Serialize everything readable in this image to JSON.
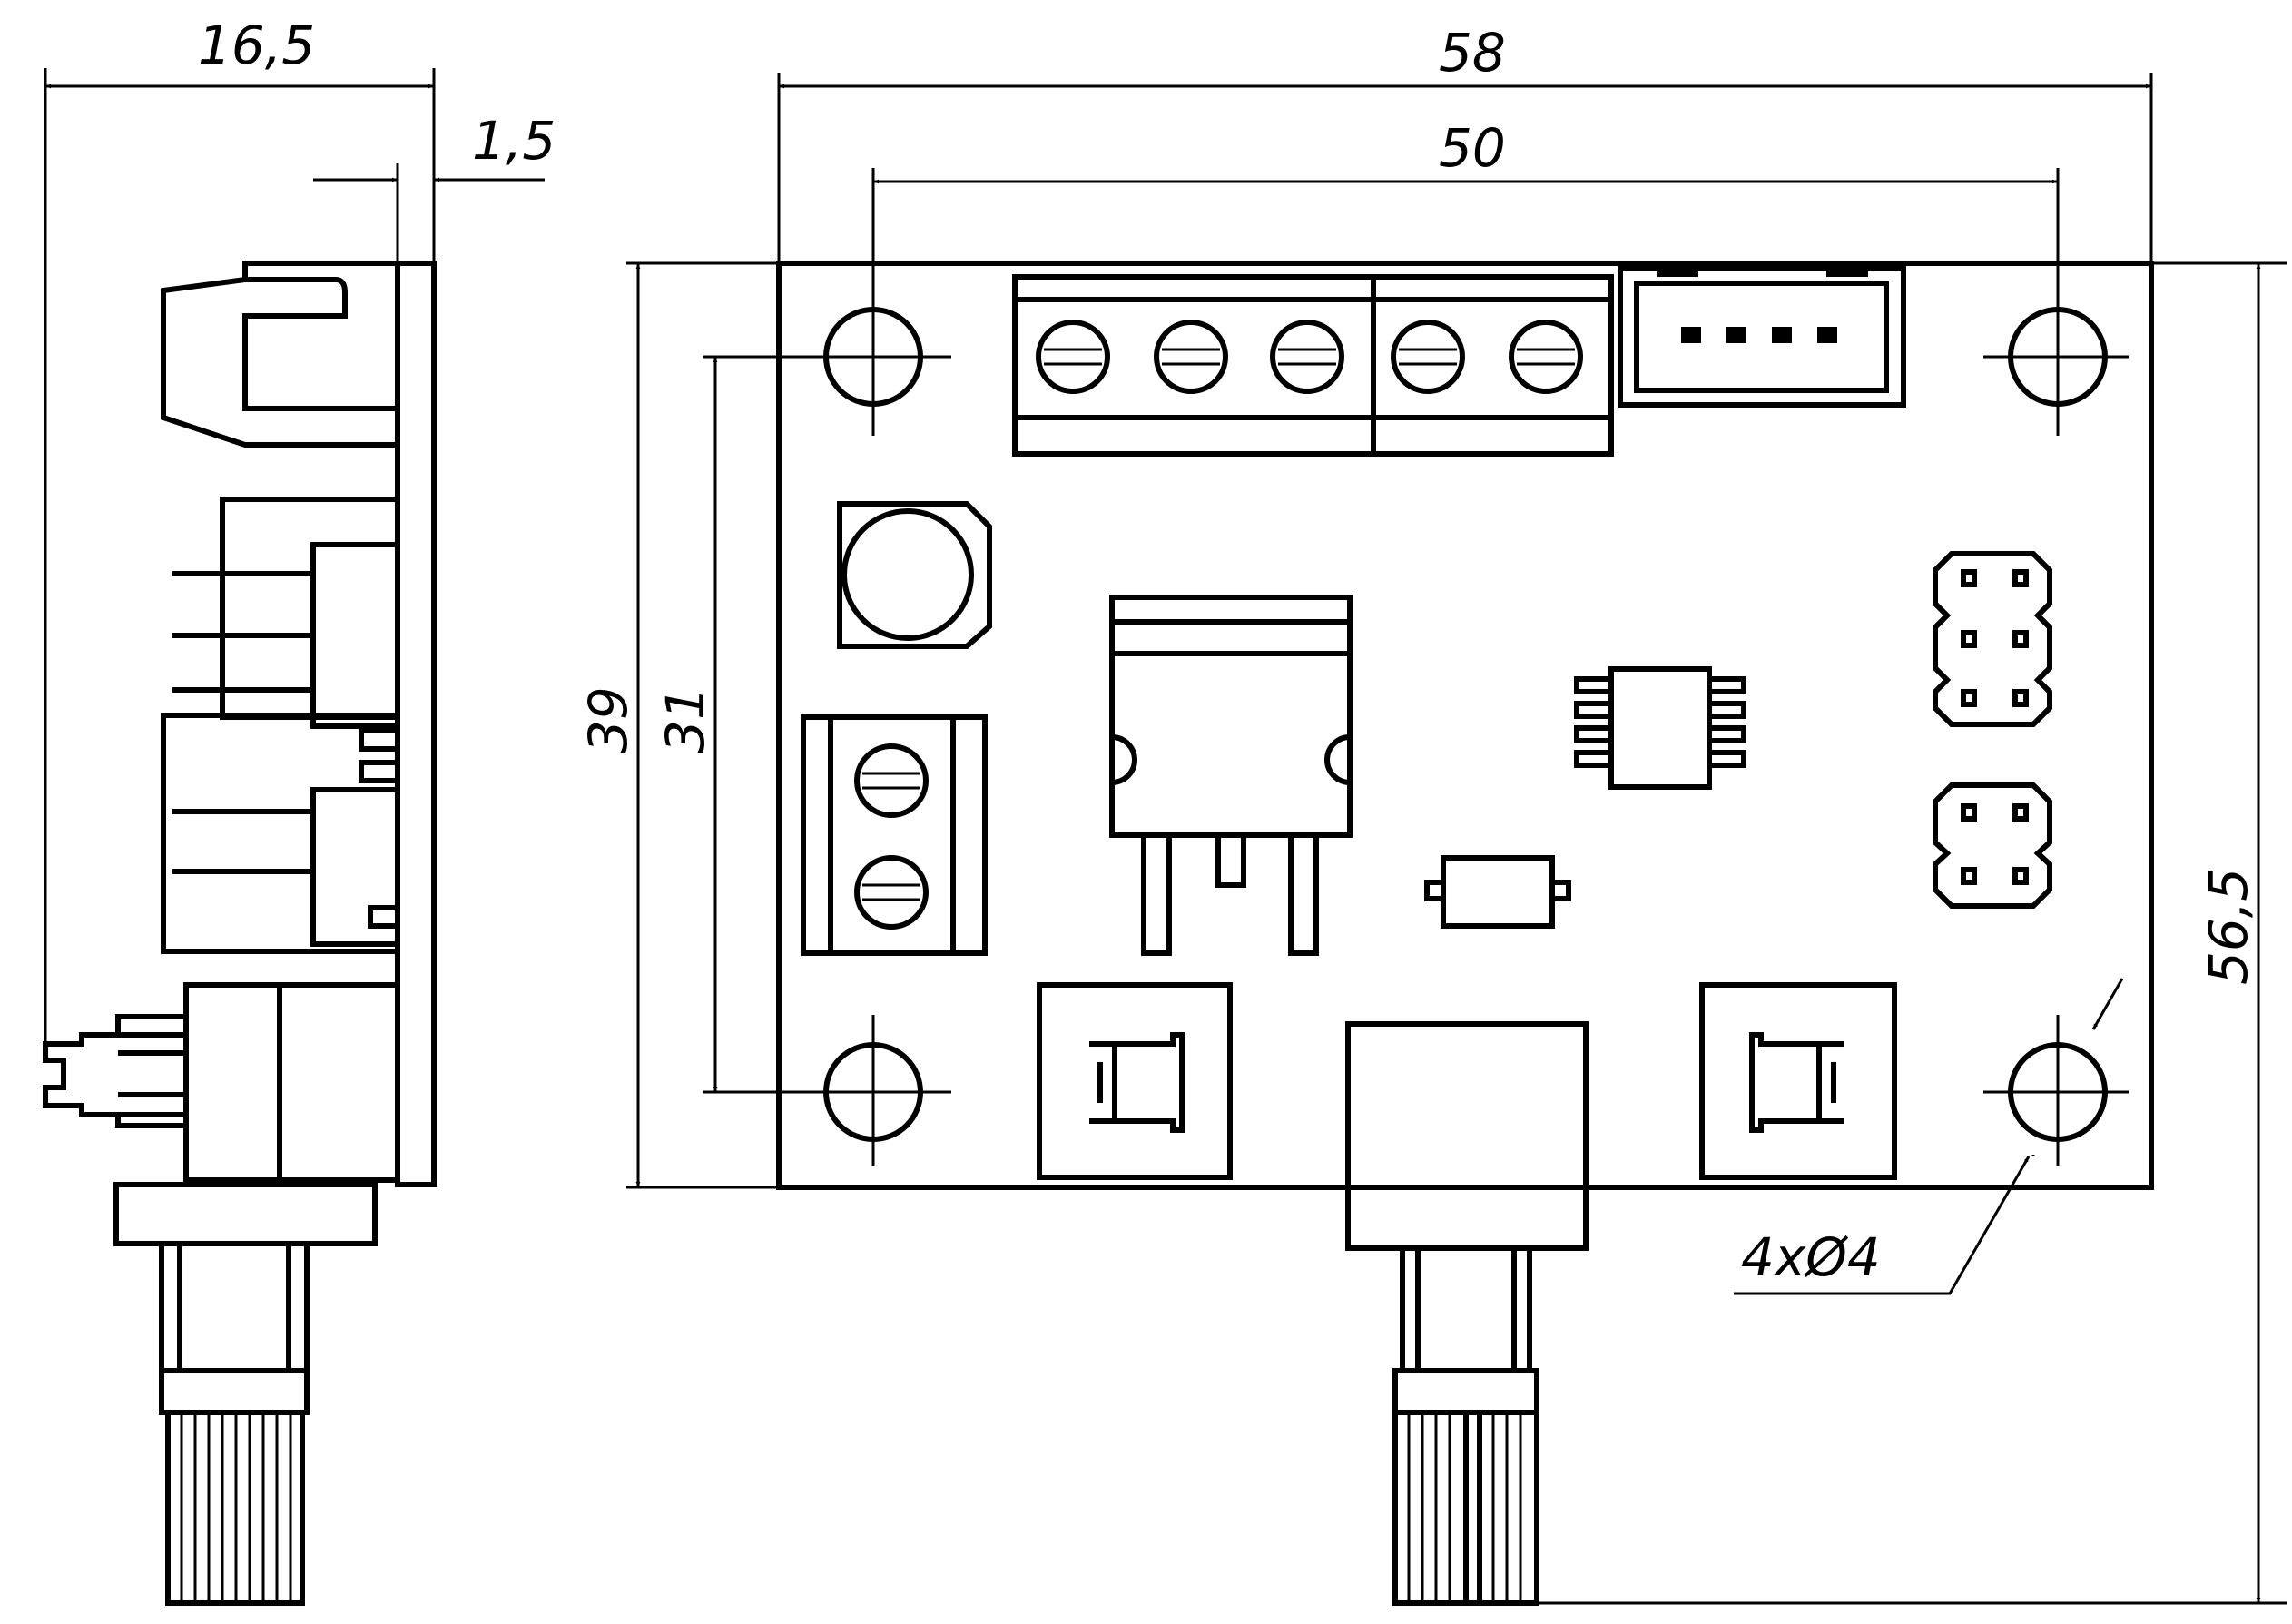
{
  "drawing": {
    "dimensions": {
      "side_depth": "16,5",
      "board_thickness": "1,5",
      "board_width": "58",
      "hole_spacing_horizontal": "50",
      "board_height": "39",
      "hole_spacing_vertical": "31",
      "total_height": "56,5",
      "mounting_holes": "4xØ4"
    }
  }
}
